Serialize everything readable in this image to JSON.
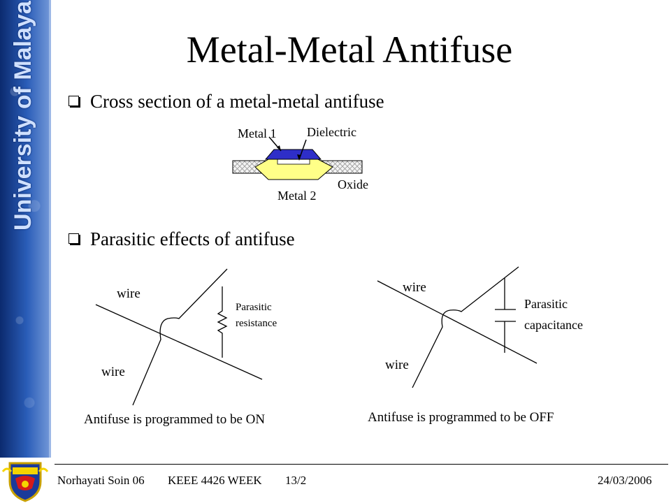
{
  "sidebar": {
    "text": "University of Malaya"
  },
  "slide": {
    "title": "Metal-Metal Antifuse",
    "bullets": [
      "Cross section of a metal-metal antifuse",
      "Parasitic effects of antifuse"
    ]
  },
  "cross_section": {
    "metal1": "Metal 1",
    "dielectric": "Dielectric",
    "metal2": "Metal 2",
    "oxide": "Oxide"
  },
  "diagram_on": {
    "wire_top": "wire",
    "wire_bottom": "wire",
    "parasitic_line1": "Parasitic",
    "parasitic_line2": "resistance",
    "caption": "Antifuse is programmed to be ON"
  },
  "diagram_off": {
    "wire_top": "wire",
    "wire_bottom": "wire",
    "parasitic_line1": "Parasitic",
    "parasitic_line2": "capacitance",
    "caption": "Antifuse is programmed to be OFF"
  },
  "footer": {
    "author": "Norhayati Soin 06",
    "course": "KEEE 4426 WEEK",
    "page": "13/2",
    "date": "24/03/2006"
  },
  "colors": {
    "metal1": "#2e2ec8",
    "metal2": "#ffff88",
    "sidebar": "#2a5db8"
  }
}
